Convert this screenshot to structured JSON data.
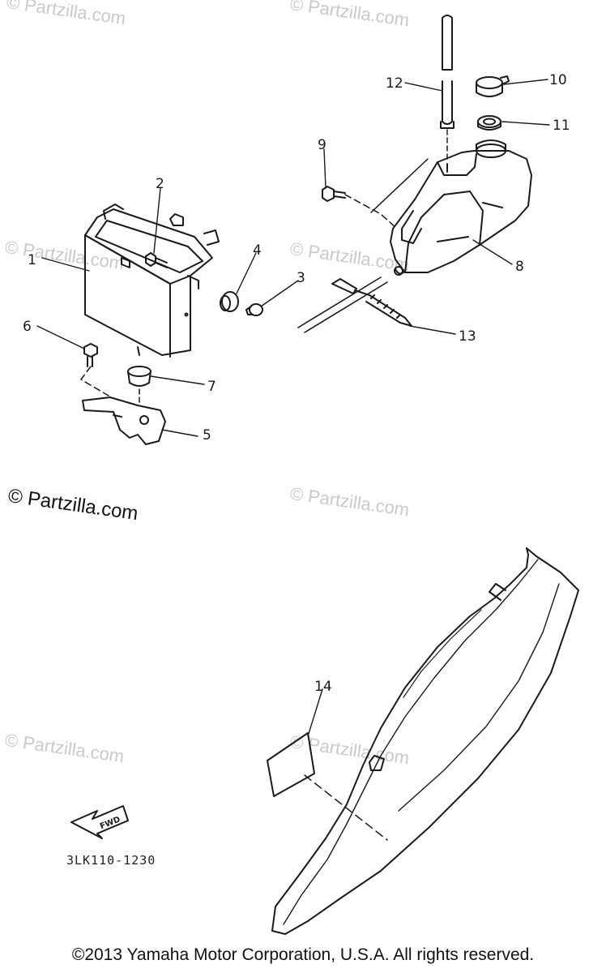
{
  "watermark": "© Partzilla.com",
  "watermark_main": "© Partzilla.com",
  "drawing_code": "3LK110-1230",
  "fwd_label": "FWD",
  "copyright": "©2013  Yamaha Motor Corporation, U.S.A. All rights reserved.",
  "callouts": [
    "1",
    "2",
    "3",
    "4",
    "5",
    "6",
    "7",
    "8",
    "9",
    "10",
    "11",
    "12",
    "13",
    "14"
  ]
}
